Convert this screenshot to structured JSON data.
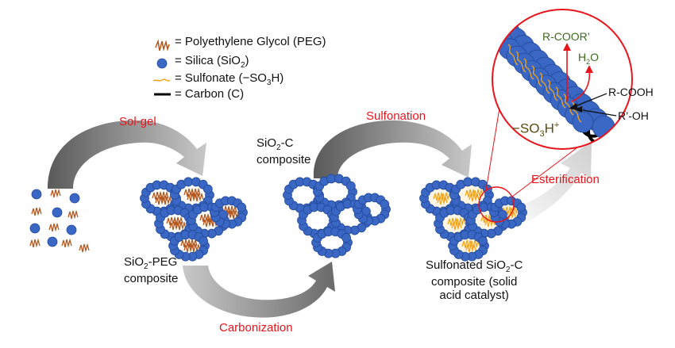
{
  "legend": {
    "peg": "= Polyethylene Glycol (PEG)",
    "silica": [
      "= Silica (SiO",
      "2",
      ")"
    ],
    "sulfonate": [
      "= Sulfonate (−SO",
      "3",
      "H)"
    ],
    "carbon": "= Carbon (C)"
  },
  "steps": {
    "solgel": "Sol-gel",
    "sulfonation": "Sulfonation",
    "carbonization": "Carbonization",
    "esterification": "Esterification"
  },
  "labels": {
    "sio2_peg": [
      "SiO",
      "2",
      "-PEG",
      "composite"
    ],
    "sio2_c": [
      "SiO",
      "2",
      "-C",
      "composite"
    ],
    "sulfonated": [
      "Sulfonated SiO",
      "2",
      "-C",
      "composite (solid",
      "acid catalyst)"
    ]
  },
  "zoom": {
    "rcoor": "R-COOR’",
    "h2o": [
      "H",
      "2",
      "O"
    ],
    "rcooh": "R-COOH",
    "roh": "R’-OH",
    "so3h": [
      "−SO",
      "3",
      "H",
      "+"
    ]
  },
  "colors": {
    "silica": "#3a66c4",
    "peg": "#b5561b",
    "sulfonate": "#f2a51a",
    "carbon": "#000000",
    "accent": "#e8141b",
    "arrow": "#9a9a9a",
    "product": "#3c6b1f"
  }
}
